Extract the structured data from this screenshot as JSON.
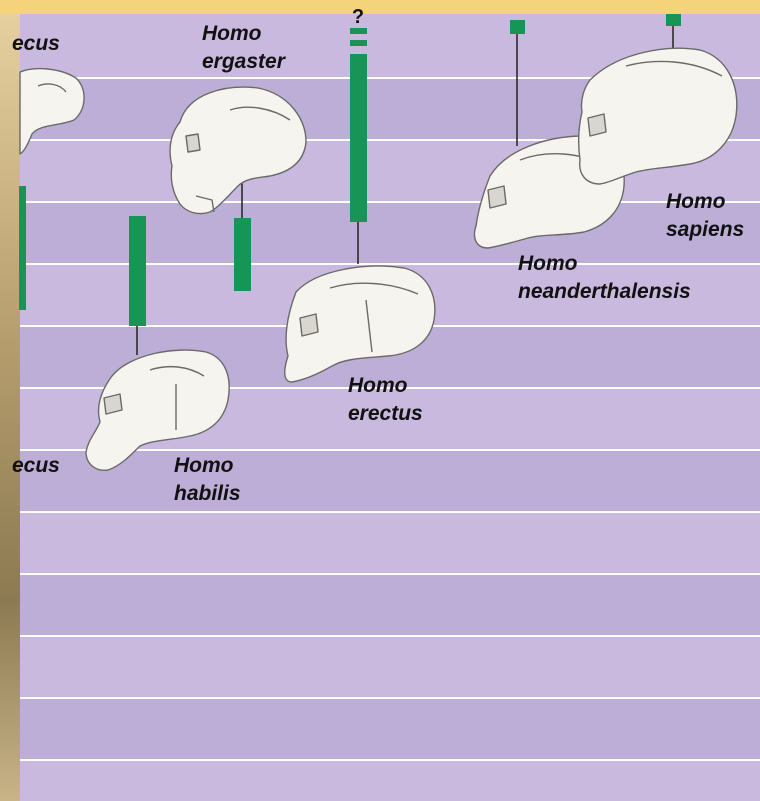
{
  "figure": {
    "background_color": "#bcaed6",
    "band_color": "#c9b9de",
    "top_strip_color": "#f4d37a",
    "range_bar_color": "#169556",
    "gridline_color": "#ffffff",
    "uncertain_marker": "?"
  },
  "species": [
    {
      "id": "australopithecus-upper",
      "genus": "",
      "name": "ecus"
    },
    {
      "id": "homo-ergaster",
      "genus": "Homo",
      "name": "ergaster"
    },
    {
      "id": "homo-habilis",
      "genus": "Homo",
      "name": "habilis"
    },
    {
      "id": "australopithecus-lower",
      "genus": "",
      "name": "ecus"
    },
    {
      "id": "homo-erectus",
      "genus": "Homo",
      "name": "erectus"
    },
    {
      "id": "homo-neanderthalensis",
      "genus": "Homo",
      "name": "neanderthalensis"
    },
    {
      "id": "homo-sapiens",
      "genus": "Homo",
      "name": "sapiens"
    }
  ],
  "skulls": [
    {
      "id": "australopithecus-skull",
      "icon": "skull-icon"
    },
    {
      "id": "homo-ergaster-skull",
      "icon": "skull-icon"
    },
    {
      "id": "homo-habilis-skull",
      "icon": "skull-icon"
    },
    {
      "id": "homo-erectus-skull",
      "icon": "skull-icon"
    },
    {
      "id": "homo-neanderthalensis-skull",
      "icon": "skull-icon"
    },
    {
      "id": "homo-sapiens-skull",
      "icon": "skull-icon"
    }
  ]
}
